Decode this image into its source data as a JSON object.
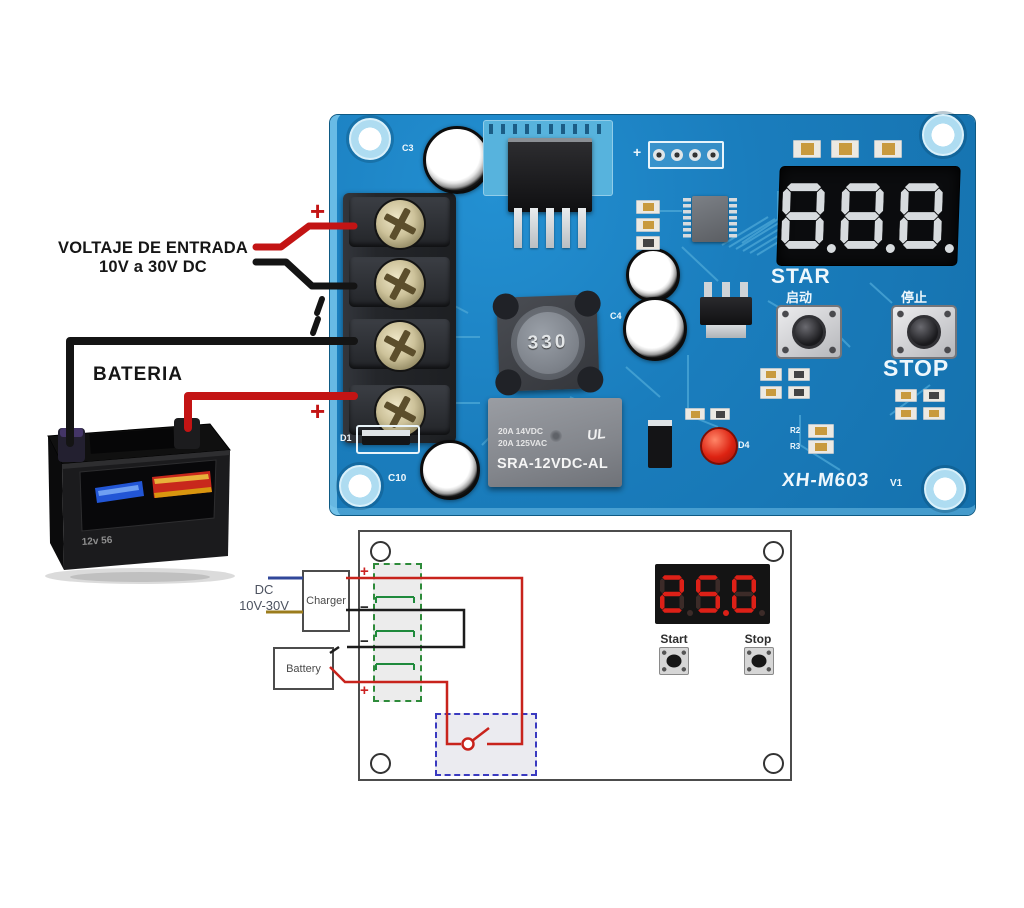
{
  "sym": {
    "plus": "+",
    "minus": "−"
  },
  "annotations": {
    "input_title": "VOLTAJE DE ENTRADA",
    "input_subtitle": "10V a 30V DC",
    "battery_title": "BATERIA"
  },
  "battery_photo": {
    "spec": "12v 56"
  },
  "board": {
    "model": "XH-M603",
    "version": "V1",
    "start_en": "STAR",
    "start_cn": "启动",
    "stop_cn": "停止",
    "stop_en": "STOP",
    "inductor_value": "330",
    "header_plus": "+",
    "relay": {
      "rating1": "20A 14VDC",
      "rating2": "20A 125VAC",
      "ul": "UL",
      "part": "SRA-12VDC-AL"
    },
    "refs": {
      "c3": "C3",
      "c4": "C4",
      "c10": "C10",
      "d1": "D1",
      "d4": "D4",
      "r2": "R2",
      "r3": "R3"
    },
    "display": {
      "value": "8.8.8.",
      "lit": "#d7dbde",
      "unlit": "#d7dbde"
    }
  },
  "diagram": {
    "dc_line1": "DC",
    "dc_line2": "10V-30V",
    "charger_label": "Charger",
    "battery_label": "Battery",
    "start_label": "Start",
    "stop_label": "Stop",
    "display": {
      "value": "25.0",
      "lit": "#dd2017",
      "unlit": "#3c2b28"
    }
  },
  "colors": {
    "pcb_blue": "#1a7dbd",
    "trace_blue": "#4aa6d6",
    "wire_red": "#c31414",
    "wire_black": "#141414",
    "green_dashed": "#2e8b3a",
    "blue_dashed": "#3a3ac0"
  }
}
